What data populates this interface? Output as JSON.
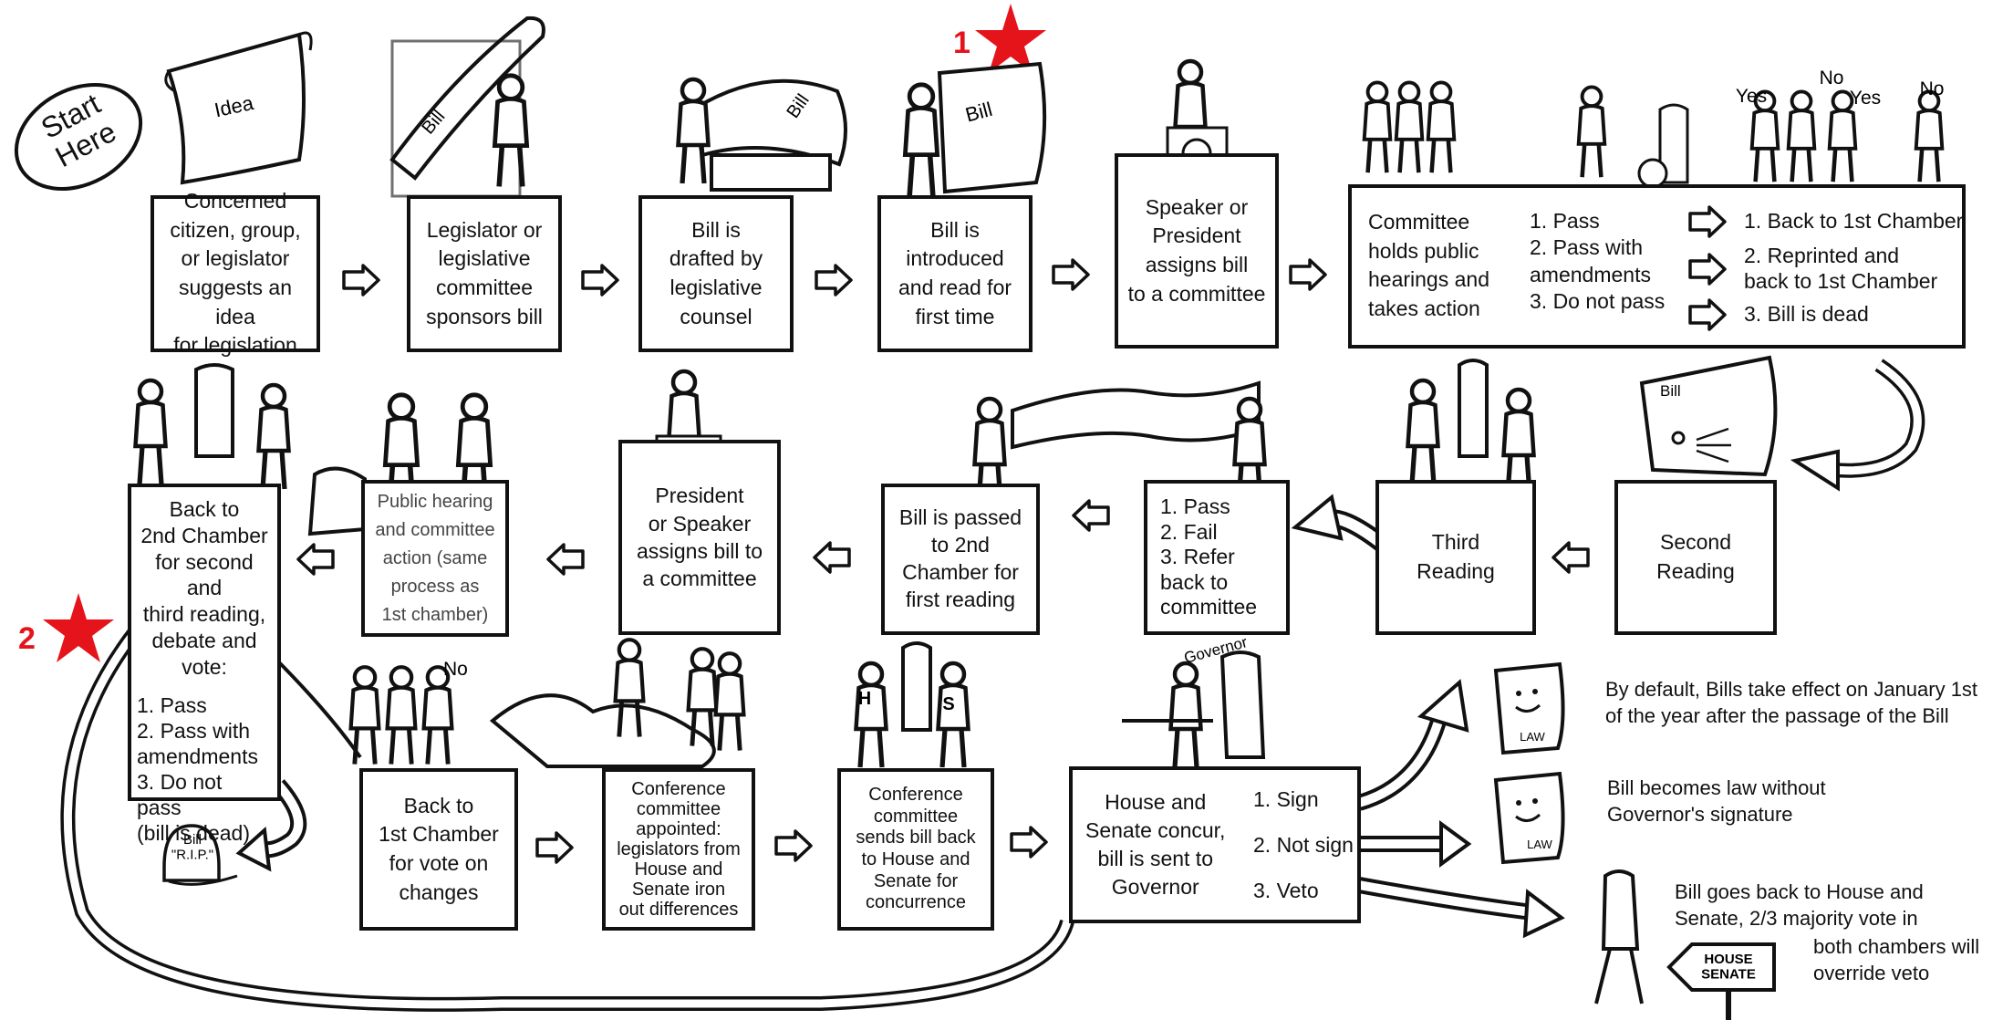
{
  "start": {
    "label": "Start\nHere"
  },
  "markers": [
    {
      "number": "1",
      "color": "#e5141b"
    },
    {
      "number": "2",
      "color": "#e5141b"
    }
  ],
  "scrolls": {
    "idea": "Idea",
    "bill": "Bill",
    "bill_rip": "Bill\n\"R.I.P.\"",
    "law": "LAW",
    "governor": "Governor",
    "house_senate_sign": "HOUSE\nSENATE",
    "h": "H",
    "s": "S",
    "no": "No",
    "votes": [
      "Yes",
      "No",
      "Yes",
      "No"
    ]
  },
  "steps": {
    "s1": "Concerned\ncitizen, group,\nor legislator\nsuggests an idea\nfor legislation",
    "s2": "Legislator or\nlegislative\ncommittee\nsponsors bill",
    "s3": "Bill is\ndrafted by\nlegislative\ncounsel",
    "s4": "Bill is\nintroduced\nand read for\nfirst time",
    "s5": "Speaker or\nPresident\nassigns bill\nto a committee",
    "s6_main": "Committee\nholds public\nhearings and\ntakes action",
    "s6_options": "1. Pass\n2. Pass with\n    amendments\n3. Do not pass",
    "s6_results": [
      "1. Back to 1st Chamber",
      "2. Reprinted and\n    back to 1st Chamber",
      "3. Bill is dead"
    ],
    "second_reading": "Second\nReading",
    "third_reading": "Third\nReading",
    "vote_options": "1. Pass\n2. Fail\n3. Refer\n    back to\n    committee",
    "passed_2nd": "Bill is passed\nto 2nd\nChamber for\nfirst reading",
    "assigns_2nd": "President\nor Speaker\nassigns bill to\na committee",
    "hearing_2nd": "Public hearing\nand committee\naction (same\nprocess as\n1st chamber)",
    "back_2nd_title": "Back to\n2nd Chamber\nfor second and\nthird reading,\ndebate and\nvote:",
    "back_2nd_options": "1. Pass\n2. Pass with\n    amendments\n3. Do not pass\n    (bill is dead)",
    "back_1st": "Back to\n1st Chamber\nfor vote on\nchanges",
    "conference": "Conference\ncommittee\nappointed:\nlegislators from\nHouse and\nSenate iron\nout differences",
    "conference_back": "Conference\ncommittee\nsends bill back\nto House and\nSenate for\nconcurrence",
    "governor_main": "House and\nSenate concur,\nbill is sent to\nGovernor",
    "governor_options": [
      "1. Sign",
      "2. Not sign",
      "3. Veto"
    ]
  },
  "outcomes": {
    "sign": "By default, Bills take effect on January 1st\nof the year after the passage of the Bill",
    "not_sign": "Bill becomes law without\nGovernor's signature",
    "veto_1": "Bill goes back to House and\nSenate, 2/3 majority vote in",
    "veto_2": "both chambers will\noverride veto"
  }
}
